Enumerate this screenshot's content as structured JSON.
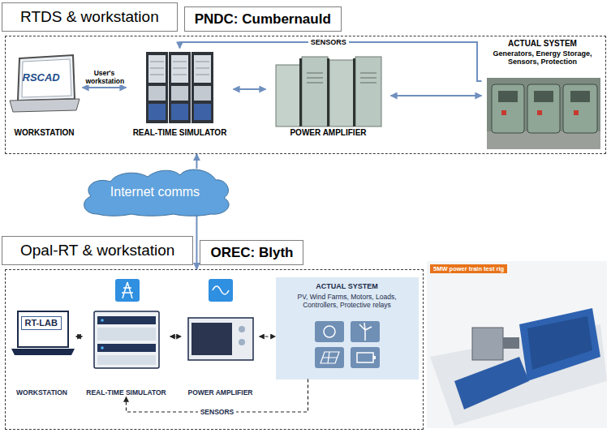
{
  "diagram": {
    "nodes": [
      {
        "text": [
          "RTDS & workstation",
          "PNDC: Cumbernauld"
        ]
      },
      {
        "text": [
          "RSCAD",
          "WORKSTATION"
        ],
        "in": 0
      },
      {
        "text": [
          "REAL-TIME SIMULATOR"
        ],
        "in": 0
      },
      {
        "text": [
          "POWER AMPLIFIER"
        ],
        "in": 0
      },
      {
        "text": [
          "ACTUAL SYSTEM",
          "Generators, Energy Storage, Sensors, Protection"
        ],
        "in": 0
      },
      {
        "text": [
          "Internet comms"
        ]
      },
      {
        "text": [
          "Opal-RT & workstation",
          "OREC: Blyth"
        ]
      },
      {
        "text": [
          "RT-LAB",
          "WORKSTATION"
        ],
        "in": 6
      },
      {
        "text": [
          "REAL-TIME SIMULATOR"
        ],
        "in": 6
      },
      {
        "text": [
          "POWER AMPLIFIER"
        ],
        "in": 6
      },
      {
        "text": [
          "ACTUAL SYSTEM",
          "PV, Wind Farms, Motors, Loads, Controllers, Protective relays"
        ],
        "in": 6
      }
    ],
    "edges": [
      {
        "from": 1,
        "to": 2,
        "arrow": "both",
        "label": "User's workstation"
      },
      {
        "from": 2,
        "to": 3,
        "arrow": "both"
      },
      {
        "from": 3,
        "to": 4,
        "arrow": "both"
      },
      {
        "from": 4,
        "to": 2,
        "arrow": "to",
        "label": "SENSORS"
      },
      {
        "from": 5,
        "to": 0,
        "arrow": "to"
      },
      {
        "from": 5,
        "to": 6,
        "arrow": "to"
      },
      {
        "from": 7,
        "to": 8,
        "arrow": "both"
      },
      {
        "from": 8,
        "to": 9,
        "arrow": "both"
      },
      {
        "from": 9,
        "to": 10,
        "arrow": "both"
      },
      {
        "from": 10,
        "to": 8,
        "arrow": "to",
        "label": "SENSORS"
      }
    ],
    "labels": [
      "5MW power train test rig"
    ]
  }
}
